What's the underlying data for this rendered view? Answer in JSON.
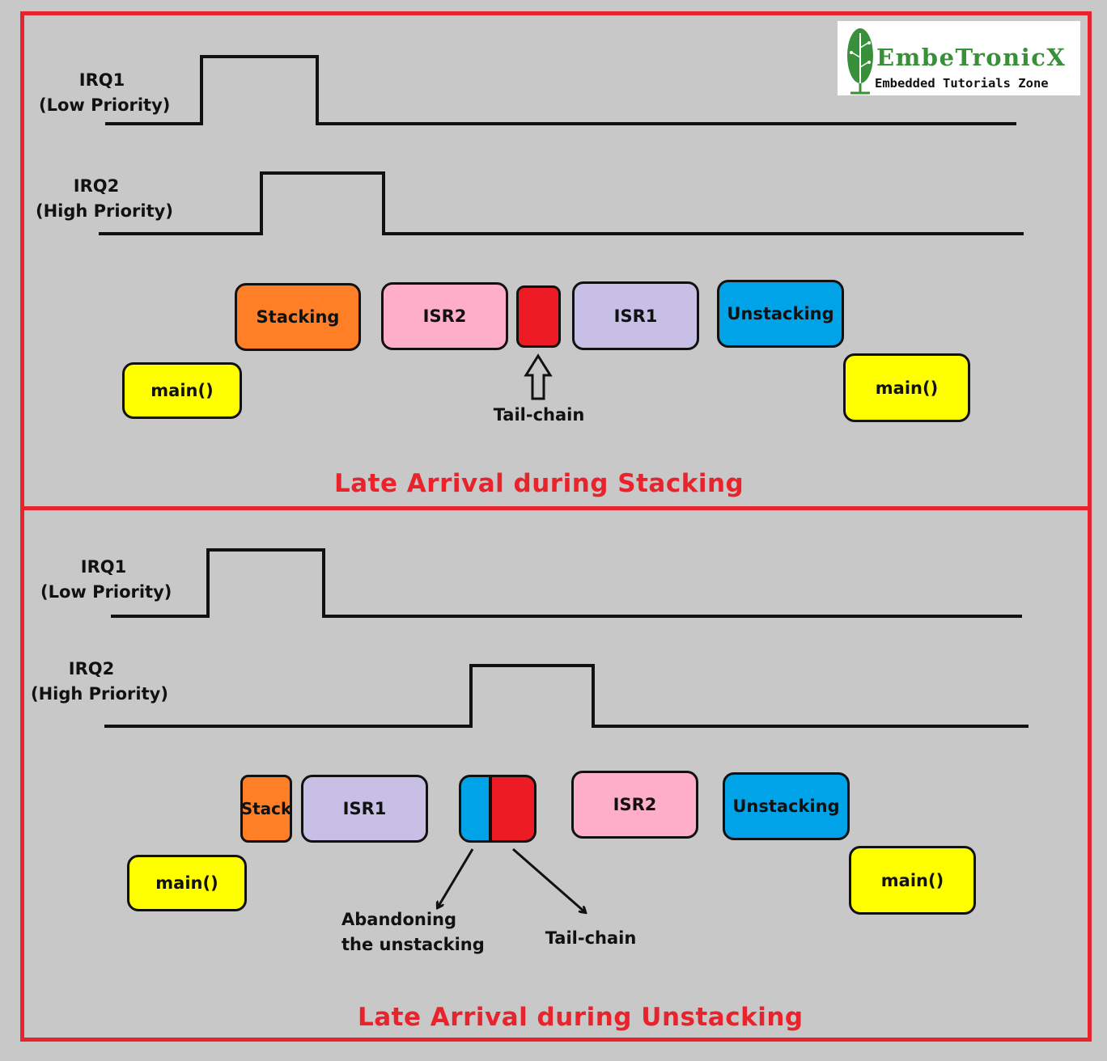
{
  "colors": {
    "frame": "#e8232b",
    "background": "#c8c8c8",
    "main_box": "#ffff00",
    "stacking_box": "#ff7f27",
    "isr1_box": "#c8bfe7",
    "isr2_box": "#ffaec9",
    "unstacking_box": "#00a2e8",
    "tailchain_box": "#ed1c24",
    "logo_green": "#3a8f3a"
  },
  "logo": {
    "name": "EmbeTronicX",
    "tagline": "Embedded Tutorials Zone",
    "icon": "leaf-circuit-icon"
  },
  "top": {
    "title": "Late Arrival during Stacking",
    "irq1": {
      "name": "IRQ1",
      "priority": "(Low Priority)"
    },
    "irq2": {
      "name": "IRQ2",
      "priority": "(High Priority)"
    },
    "boxes": {
      "main_start": "main()",
      "stacking": "Stacking",
      "isr2": "ISR2",
      "isr1": "ISR1",
      "unstacking": "Unstacking",
      "main_end": "main()"
    },
    "tail_chain": "Tail-chain",
    "arrow_icon": "up-arrow-icon"
  },
  "bottom": {
    "title": "Late Arrival during Unstacking",
    "irq1": {
      "name": "IRQ1",
      "priority": "(Low Priority)"
    },
    "irq2": {
      "name": "IRQ2",
      "priority": "(High Priority)"
    },
    "boxes": {
      "main_start": "main()",
      "stack": "Stack",
      "isr1": "ISR1",
      "isr2": "ISR2",
      "unstacking": "Unstacking",
      "main_end": "main()"
    },
    "abandoning_line1": "Abandoning",
    "abandoning_line2": "the unstacking",
    "tail_chain": "Tail-chain"
  }
}
